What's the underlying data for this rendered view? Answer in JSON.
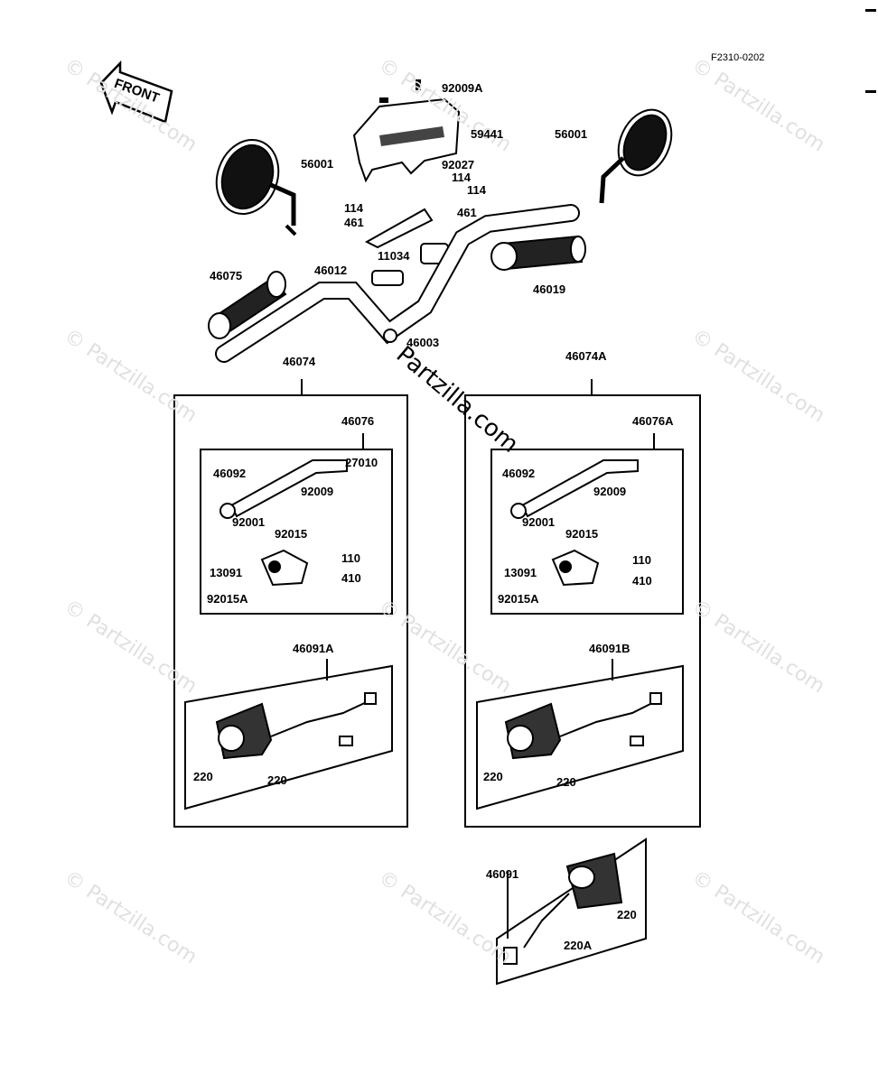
{
  "diagram_code": "F2310-0202",
  "front_label": "FRONT",
  "watermark": "© Partzilla.com",
  "brand_watermark": "Partzilla.com",
  "parts": {
    "p92009A": "92009A",
    "p59441": "59441",
    "p56001_left": "56001",
    "p56001_right": "56001",
    "p92027": "92027",
    "p114_a": "114",
    "p114_b": "114",
    "p114_c": "114",
    "p461_a": "461",
    "p461_b": "461",
    "p11034": "11034",
    "p46012": "46012",
    "p46075": "46075",
    "p46019": "46019",
    "p46003": "46003",
    "p46074": "46074",
    "p46074A": "46074A",
    "p46076": "46076",
    "p46076A": "46076A",
    "p46092_l": "46092",
    "p46092_r": "46092",
    "p27010": "27010",
    "p92009_l": "92009",
    "p92009_r": "92009",
    "p92001_l": "92001",
    "p92001_r": "92001",
    "p92015_l": "92015",
    "p92015_r": "92015",
    "p110_l": "110",
    "p110_r": "110",
    "p13091_l": "13091",
    "p13091_r": "13091",
    "p410_l": "410",
    "p410_r": "410",
    "p92015A_l": "92015A",
    "p92015A_r": "92015A",
    "p46091A": "46091A",
    "p46091B": "46091B",
    "p220_a": "220",
    "p220_b": "220",
    "p220_c": "220",
    "p220_d": "220",
    "p46091": "46091",
    "p220_e": "220",
    "p220A": "220A"
  }
}
